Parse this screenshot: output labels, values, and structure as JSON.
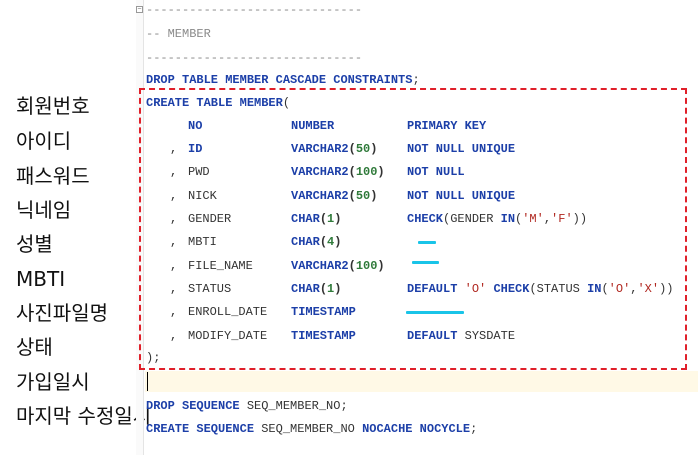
{
  "labels": [
    "회원번호",
    "아이디",
    "패스워드",
    "닉네임",
    "성별",
    "MBTI",
    "사진파일명",
    "상태",
    "가입일시",
    "마지막 수정일시"
  ],
  "code": {
    "sep_top": "------------------------------",
    "comment_member": "-- MEMBER",
    "sep_mid": "------------------------------",
    "drop_table": {
      "kw": "DROP TABLE",
      "name": "MEMBER",
      "kw2": "CASCADE CONSTRAINTS",
      "end": ";"
    },
    "create_table": {
      "kw": "CREATE TABLE",
      "name": "MEMBER",
      "paren": "("
    },
    "columns": [
      {
        "prefix": "  ",
        "name": "NO",
        "type": "NUMBER",
        "size": "",
        "rest_kw": "PRIMARY KEY",
        "rest": ""
      },
      {
        "prefix": ", ",
        "name": "ID",
        "type": "VARCHAR2",
        "size": "50",
        "rest_kw": "NOT NULL UNIQUE",
        "rest": ""
      },
      {
        "prefix": ", ",
        "name": "PWD",
        "type": "VARCHAR2",
        "size": "100",
        "rest_kw": "NOT NULL",
        "rest": ""
      },
      {
        "prefix": ", ",
        "name": "NICK",
        "type": "VARCHAR2",
        "size": "50",
        "rest_kw": "NOT NULL UNIQUE",
        "rest": ""
      },
      {
        "prefix": ", ",
        "name": "GENDER",
        "type": "CHAR",
        "size": "1",
        "rest_kw": "CHECK",
        "rest": "(GENDER IN('M','F'))"
      },
      {
        "prefix": ", ",
        "name": "MBTI",
        "type": "CHAR",
        "size": "4",
        "rest_kw": "",
        "rest": ""
      },
      {
        "prefix": ", ",
        "name": "FILE_NAME",
        "type": "VARCHAR2",
        "size": "100",
        "rest_kw": "",
        "rest": ""
      },
      {
        "prefix": ", ",
        "name": "STATUS",
        "type": "CHAR",
        "size": "1",
        "rest_kw": "DEFAULT",
        "rest": "'O' CHECK(STATUS IN('O','X'))"
      },
      {
        "prefix": ", ",
        "name": "ENROLL_DATE",
        "type": "TIMESTAMP",
        "size": "",
        "rest_kw": "",
        "rest": ""
      },
      {
        "prefix": ", ",
        "name": "MODIFY_DATE",
        "type": "TIMESTAMP",
        "size": "",
        "rest_kw": "DEFAULT",
        "rest": "SYSDATE"
      }
    ],
    "close": ");",
    "drop_seq": {
      "kw": "DROP SEQUENCE",
      "name": "SEQ_MEMBER_NO",
      "end": ";"
    },
    "create_seq": {
      "kw": "CREATE SEQUENCE",
      "name": "SEQ_MEMBER_NO",
      "kw2": "NOCACHE NOCYCLE",
      "end": ";"
    }
  },
  "colors": {
    "keyword": "#1c3fa8",
    "number": "#2f7a3a",
    "string": "#b0261f",
    "highlight_box": "#e0202a",
    "marker": "#19c4e8"
  }
}
